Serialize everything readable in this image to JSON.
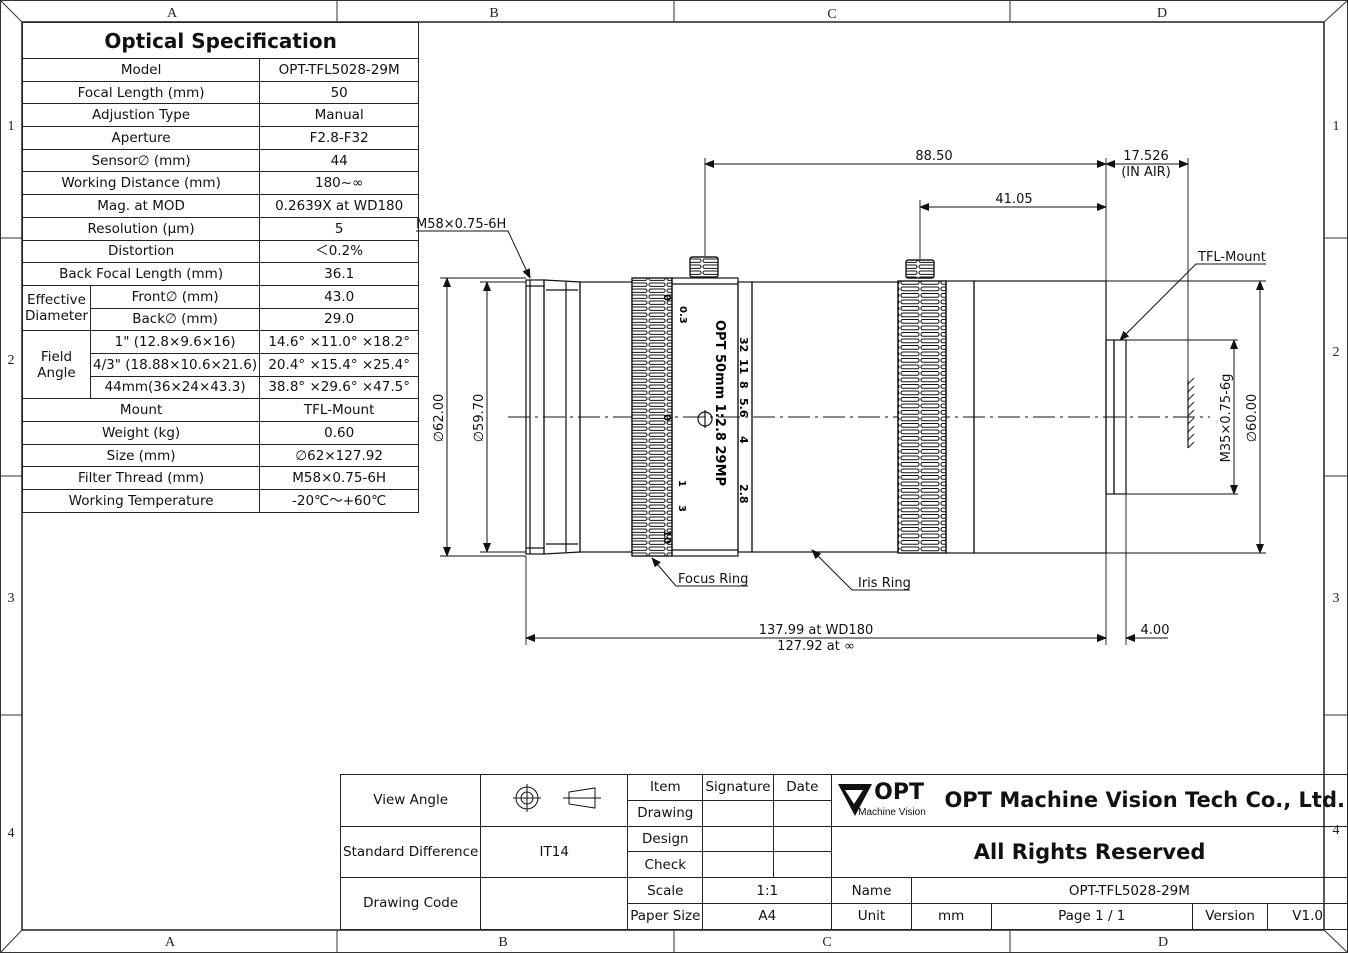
{
  "border": {
    "cols_top": [
      "A",
      "B",
      "C",
      "D"
    ],
    "cols_bottom": [
      "A",
      "B",
      "C",
      "D"
    ],
    "rows_left": [
      "1",
      "2",
      "3",
      "4"
    ],
    "rows_right": [
      "1",
      "2",
      "3",
      "4"
    ]
  },
  "spec": {
    "title": "Optical Specification",
    "rows": [
      {
        "label": "Model",
        "value": "OPT-TFL5028-29M"
      },
      {
        "label": "Focal Length (mm)",
        "value": "50"
      },
      {
        "label": "Adjustion Type",
        "value": "Manual"
      },
      {
        "label": "Aperture",
        "value": "F2.8-F32"
      },
      {
        "label": "Sensor∅ (mm)",
        "value": "44"
      },
      {
        "label": "Working Distance (mm)",
        "value": "180~∞"
      },
      {
        "label": "Mag. at MOD",
        "value": "0.2639X at WD180"
      },
      {
        "label": "Resolution (μm)",
        "value": "5"
      },
      {
        "label": "Distortion",
        "value": "＜0.2%"
      },
      {
        "label": "Back Focal Length (mm)",
        "value": "36.1"
      }
    ],
    "eff_group": "Effective Diameter",
    "eff_rows": [
      {
        "label": "Front∅ (mm)",
        "value": "43.0"
      },
      {
        "label": "Back∅ (mm)",
        "value": "29.0"
      }
    ],
    "field_group": "Field Angle",
    "field_rows": [
      {
        "label": "1\" (12.8×9.6×16)",
        "value": "14.6° ×11.0° ×18.2°"
      },
      {
        "label": "4/3\" (18.88×10.6×21.6)",
        "value": "20.4° ×15.4° ×25.4°"
      },
      {
        "label": "44mm(36×24×43.3)",
        "value": "38.8° ×29.6° ×47.5°"
      }
    ],
    "rows2": [
      {
        "label": "Mount",
        "value": "TFL-Mount"
      },
      {
        "label": "Weight (kg)",
        "value": "0.60"
      },
      {
        "label": "Size (mm)",
        "value": "∅62×127.92"
      },
      {
        "label": "Filter Thread (mm)",
        "value": "M58×0.75-6H"
      },
      {
        "label": "Working Temperature",
        "value": "-20℃～+60℃"
      }
    ]
  },
  "drawing": {
    "dim_top": "88.50",
    "dim_mid": "41.05",
    "dim_flange": "17.526",
    "dim_flange_note": "(IN AIR)",
    "thread_front": "M58×0.75-6H",
    "mount_label": "TFL-Mount",
    "dia_62": "∅62.00",
    "dia_5970": "∅59.70",
    "dia_60": "∅60.00",
    "thread_back": "M35×0.75-6g",
    "focus_ring": "Focus Ring",
    "iris_ring": "Iris Ring",
    "len_wd": "137.99 at WD180",
    "len_inf": "127.92 at ∞",
    "dim_4": "4.00",
    "lens_text": "OPT 50mm 1:2.8 29MP",
    "focus_scale": [
      "0",
      "0.3",
      "0",
      "1",
      "3",
      "10"
    ],
    "iris_scale": [
      "32",
      "11",
      "8",
      "5.6",
      "4",
      "2.8"
    ]
  },
  "titleblock": {
    "view_angle": "View Angle",
    "std_diff": "Standard Difference",
    "std_val": "IT14",
    "drawing_code": "Drawing Code",
    "item": "Item",
    "signature": "Signature",
    "date": "Date",
    "drawing": "Drawing",
    "design": "Design",
    "check": "Check",
    "scale": "Scale",
    "scale_val": "1:1",
    "paper_size": "Paper Size",
    "paper_val": "A4",
    "logo_main": "OPT",
    "logo_sub": "Machine Vision",
    "company": "OPT Machine Vision Tech Co., Ltd.",
    "rights": "All Rights Reserved",
    "name": "Name",
    "name_val": "OPT-TFL5028-29M",
    "unit": "Unit",
    "unit_val": "mm",
    "page": "Page  1 / 1",
    "version": "Version",
    "version_val": "V1.0"
  }
}
